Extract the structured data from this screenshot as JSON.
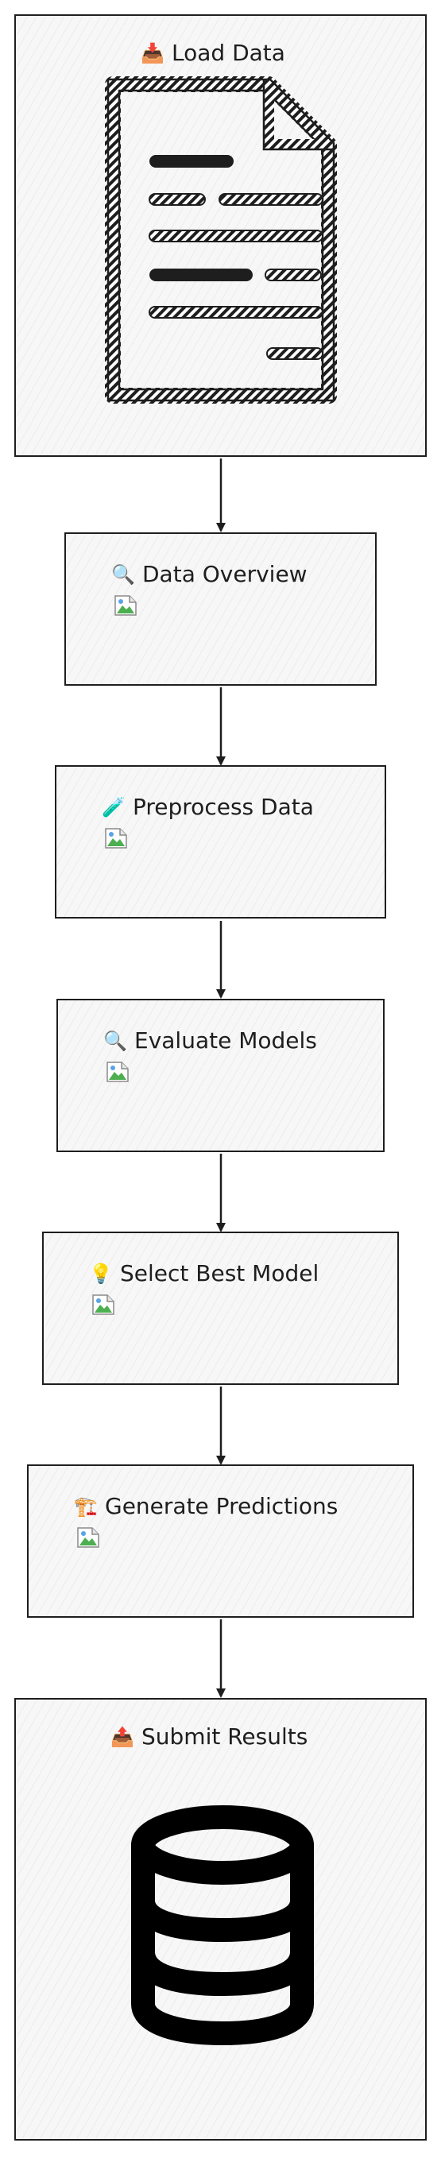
{
  "nodes": [
    {
      "id": "load-data",
      "icon": "inbox-tray-icon",
      "emoji": "📥",
      "label": "Load Data"
    },
    {
      "id": "data-overview",
      "icon": "magnifier-icon",
      "emoji": "🔍",
      "label": "Data Overview"
    },
    {
      "id": "preprocess-data",
      "icon": "test-tube-icon",
      "emoji": "🧪",
      "label": "Preprocess Data"
    },
    {
      "id": "evaluate-models",
      "icon": "magnifier-icon",
      "emoji": "🔍",
      "label": "Evaluate Models"
    },
    {
      "id": "select-best-model",
      "icon": "light-bulb-icon",
      "emoji": "💡",
      "label": "Select Best Model"
    },
    {
      "id": "generate-predictions",
      "icon": "construction-crane-icon",
      "emoji": "🏗️",
      "label": "Generate Predictions"
    },
    {
      "id": "submit-results",
      "icon": "outbox-tray-icon",
      "emoji": "📤",
      "label": "Submit Results"
    }
  ]
}
